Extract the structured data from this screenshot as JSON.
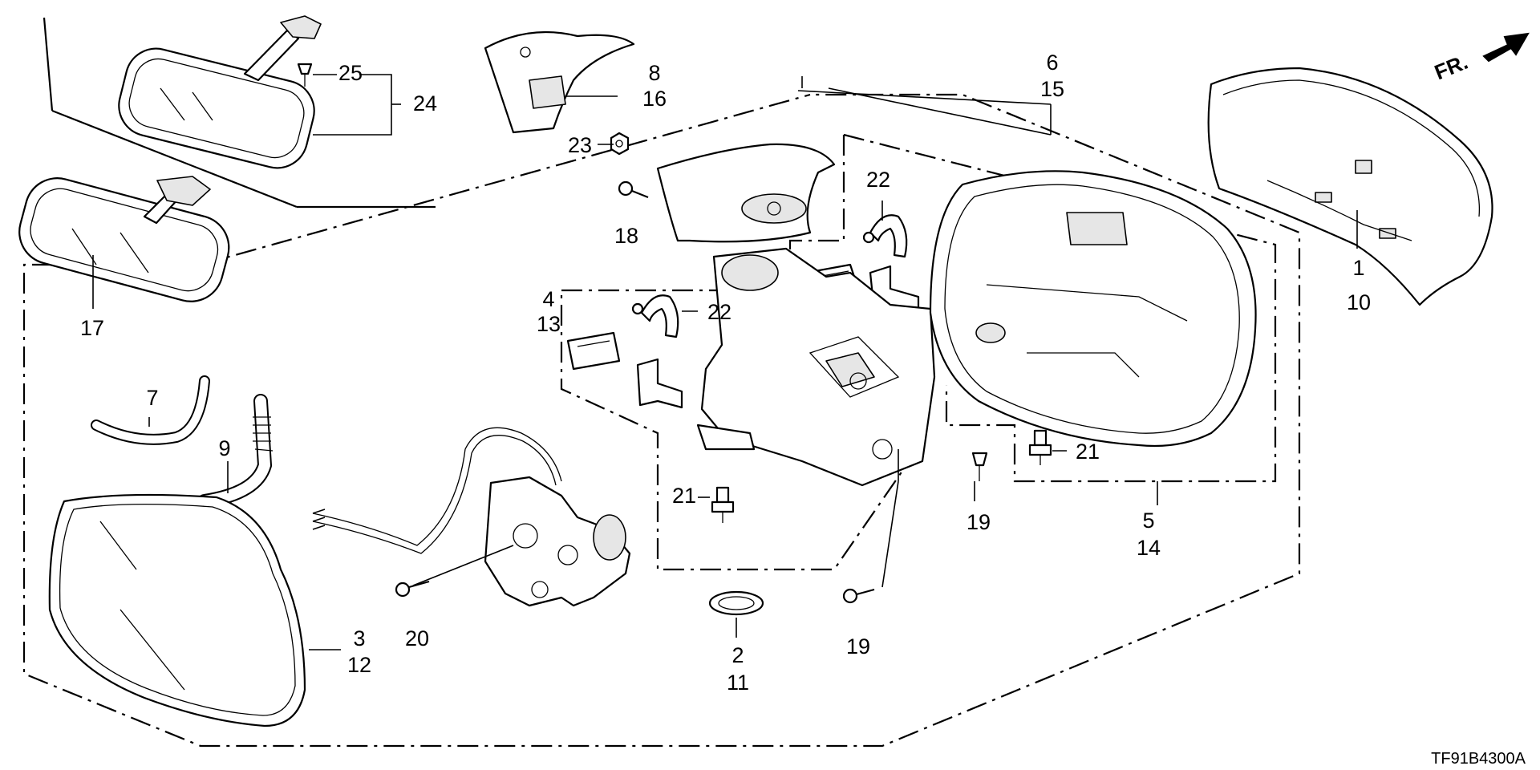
{
  "diagram": {
    "code": "TF91B4300A",
    "direction_label": "FR.",
    "callouts": {
      "c1": "1",
      "c10": "10",
      "c6": "6",
      "c15": "15",
      "c8": "8",
      "c16": "16",
      "c25": "25",
      "c24": "24",
      "c23": "23",
      "c18": "18",
      "c22a": "22",
      "c22b": "22",
      "c17": "17",
      "c4": "4",
      "c13": "13",
      "c7": "7",
      "c9": "9",
      "c21a": "21",
      "c21b": "21",
      "c19a": "19",
      "c19b": "19",
      "c5": "5",
      "c14": "14",
      "c20": "20",
      "c3": "3",
      "c12": "12",
      "c2": "2",
      "c11": "11"
    }
  }
}
